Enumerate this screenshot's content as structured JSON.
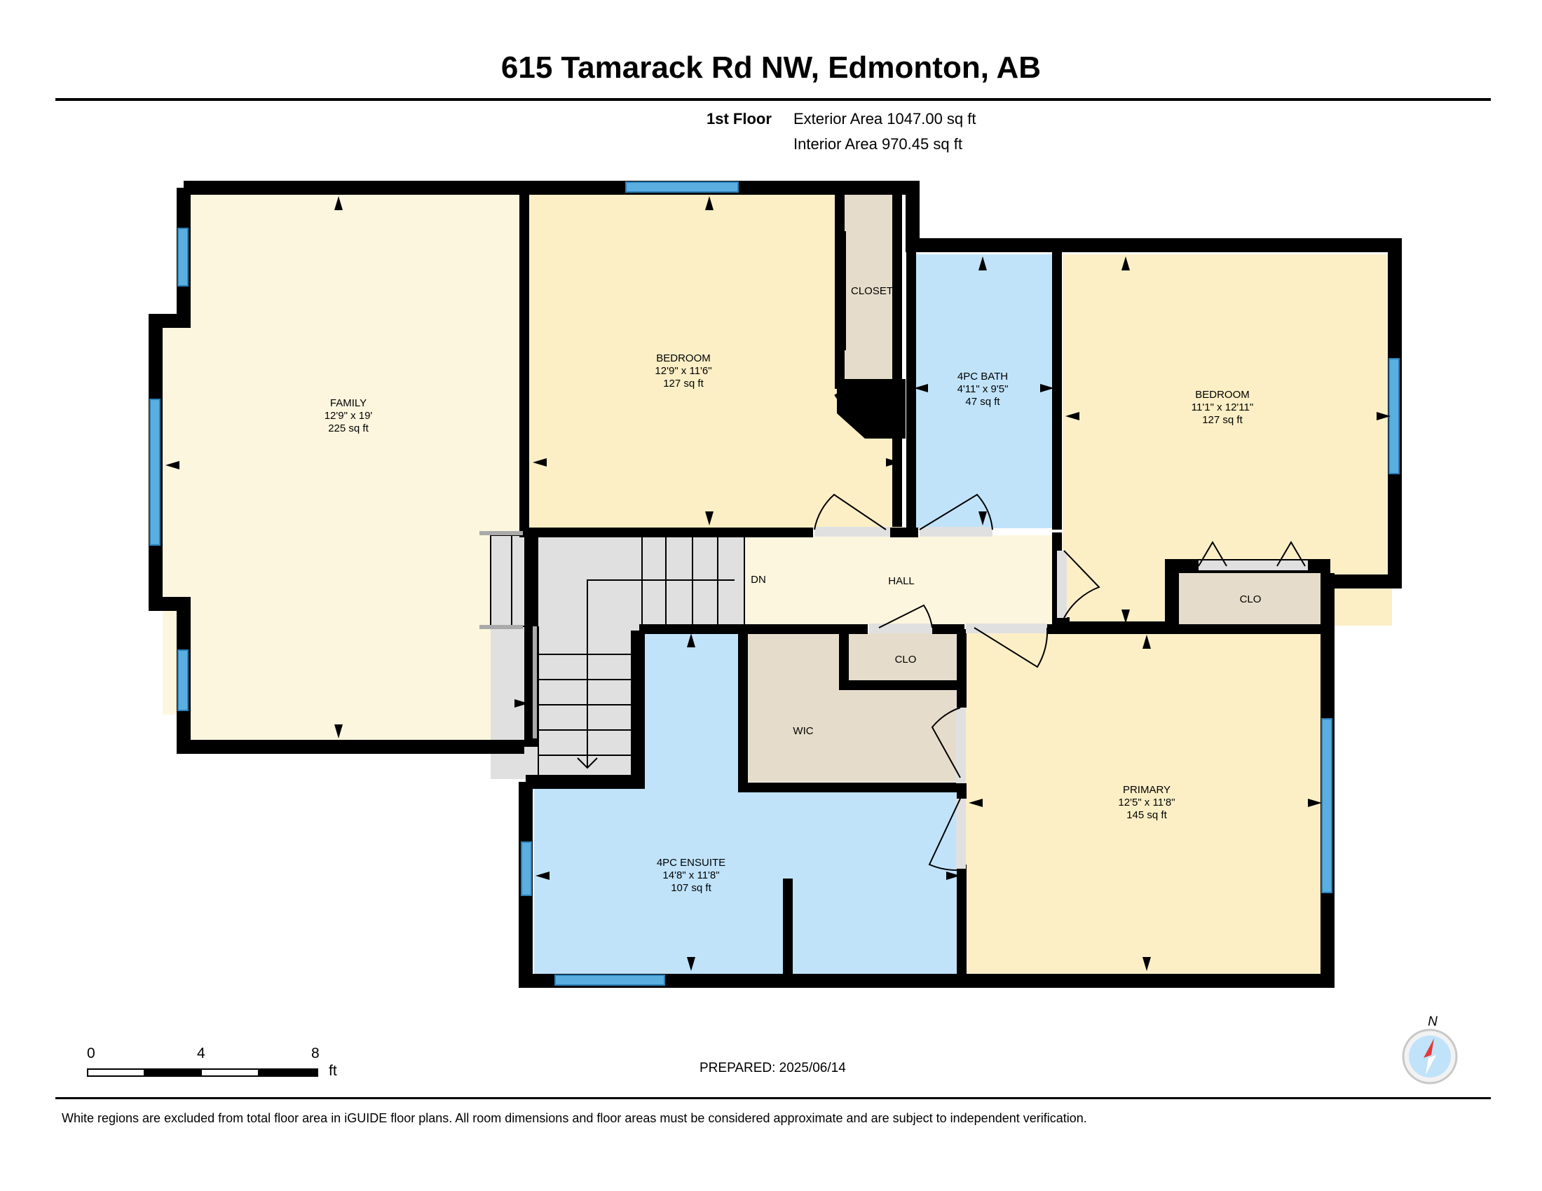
{
  "header": {
    "address": "615 Tamarack Rd NW, Edmonton, AB",
    "floor_label": "1st Floor",
    "exterior_area": "Exterior Area 1047.00 sq ft",
    "interior_area": "Interior Area 970.45 sq ft"
  },
  "rooms": {
    "family": {
      "name": "FAMILY",
      "dims": "12'9\" x 19'",
      "area": "225 sq ft"
    },
    "bedroom1": {
      "name": "BEDROOM",
      "dims": "12'9\" x 11'6\"",
      "area": "127 sq ft"
    },
    "closet": {
      "name": "CLOSET"
    },
    "bath": {
      "name": "4PC BATH",
      "dims": "4'11\" x 9'5\"",
      "area": "47 sq ft"
    },
    "bedroom2": {
      "name": "BEDROOM",
      "dims": "11'1\" x 12'11\"",
      "area": "127 sq ft"
    },
    "hall": {
      "name": "HALL"
    },
    "stairs": {
      "name": "DN"
    },
    "clo_bedroom2": {
      "name": "CLO"
    },
    "clo_hall": {
      "name": "CLO"
    },
    "wic": {
      "name": "WIC"
    },
    "ensuite": {
      "name": "4PC ENSUITE",
      "dims": "14'8\" x 11'8\"",
      "area": "107 sq ft"
    },
    "primary": {
      "name": "PRIMARY",
      "dims": "12'5\" x 11'8\"",
      "area": "145 sq ft"
    }
  },
  "scale": {
    "labels": [
      "0",
      "4",
      "8"
    ],
    "unit": "ft"
  },
  "compass": {
    "label": "N"
  },
  "footer": {
    "prepared": "PREPARED: 2025/06/14",
    "disclaimer": "White regions are excluded from total floor area in iGUIDE floor plans. All room dimensions and floor areas must be considered approximate and are subject to independent verification."
  },
  "colors": {
    "living": "#fdf6df",
    "bedroom": "#fcefc6",
    "bath": "#c0e3fa",
    "closet": "#e6dccb",
    "stairs": "#e0e0e0",
    "wall": "#000000",
    "window": "#5aaee0"
  }
}
